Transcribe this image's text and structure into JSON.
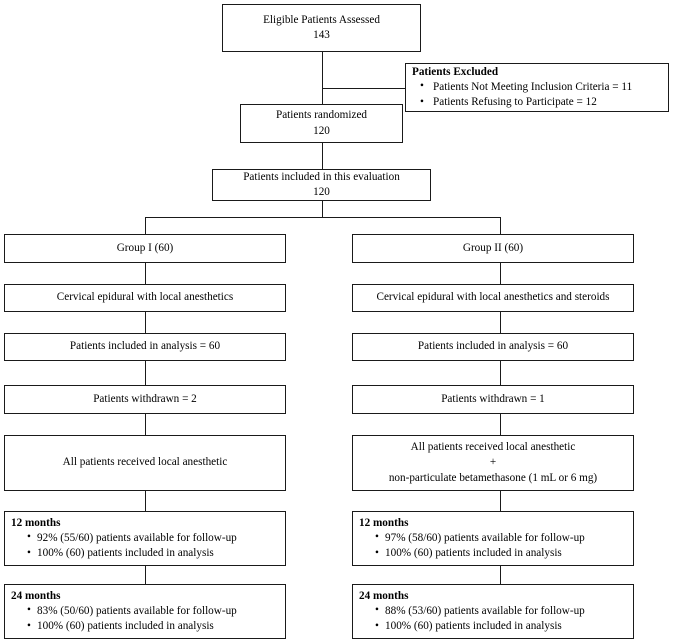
{
  "diagram": {
    "type": "flowchart",
    "title": "CONSORT patient flow diagram",
    "colors": {
      "border": "#1a1a1a",
      "background": "#ffffff",
      "text": "#000000"
    },
    "nodes": {
      "eligible": {
        "label": "Eligible Patients Assessed",
        "value": "143"
      },
      "excluded": {
        "header": "Patients Excluded",
        "items": [
          "Patients Not Meeting Inclusion Criteria = 11",
          "Patients Refusing to Participate = 12"
        ]
      },
      "randomized": {
        "label": "Patients randomized",
        "value": "120"
      },
      "evaluation": {
        "label": "Patients included in this evaluation",
        "value": "120"
      },
      "group1": {
        "title": "Group I (60)",
        "intervention": "Cervical epidural with local anesthetics",
        "analysis": "Patients included in analysis = 60",
        "withdrawn": "Patients withdrawn = 2",
        "treatment": {
          "line1": "All patients received local anesthetic",
          "line2": "",
          "line3": ""
        },
        "followup_12": {
          "header": "12 months",
          "items": [
            "92% (55/60) patients available for follow-up",
            "100% (60) patients included in analysis"
          ]
        },
        "followup_24": {
          "header": "24 months",
          "items": [
            "83% (50/60) patients available for follow-up",
            "100% (60) patients included in analysis"
          ]
        }
      },
      "group2": {
        "title": "Group II (60)",
        "intervention": "Cervical epidural with local anesthetics and steroids",
        "analysis": "Patients included in analysis = 60",
        "withdrawn": "Patients withdrawn = 1",
        "treatment": {
          "line1": "All patients received local anesthetic",
          "line2": "+",
          "line3": "non-particulate betamethasone (1 mL or 6 mg)"
        },
        "followup_12": {
          "header": "12 months",
          "items": [
            "97% (58/60) patients available for follow-up",
            "100% (60) patients included in analysis"
          ]
        },
        "followup_24": {
          "header": "24 months",
          "items": [
            "88% (53/60) patients available for follow-up",
            "100% (60) patients included in analysis"
          ]
        }
      }
    }
  }
}
